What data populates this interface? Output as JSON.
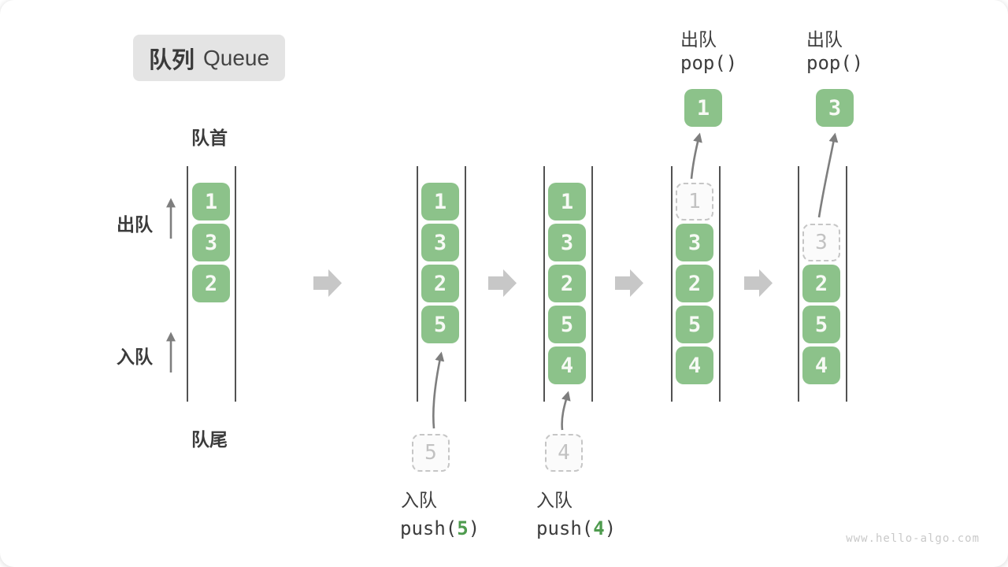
{
  "title": {
    "zh": "队列",
    "en": "Queue"
  },
  "labels": {
    "front": "队首",
    "rear": "队尾",
    "dequeue_side": "出队",
    "enqueue_side": "入队"
  },
  "stages": [
    {
      "items": [
        "1",
        "3",
        "2"
      ]
    },
    {
      "items": [
        "1",
        "3",
        "2",
        "5"
      ],
      "pending": "5",
      "op": {
        "zh": "入队",
        "pre": "push(",
        "arg": "5",
        "post": ")"
      }
    },
    {
      "items": [
        "1",
        "3",
        "2",
        "5",
        "4"
      ],
      "pending": "4",
      "op": {
        "zh": "入队",
        "pre": "push(",
        "arg": "4",
        "post": ")"
      }
    },
    {
      "ghost": "1",
      "items": [
        "3",
        "2",
        "5",
        "4"
      ],
      "popped": "1",
      "op": {
        "zh": "出队",
        "code": "pop()"
      }
    },
    {
      "ghost": "3",
      "items": [
        "2",
        "5",
        "4"
      ],
      "popped": "3",
      "op": {
        "zh": "出队",
        "code": "pop()"
      }
    }
  ],
  "watermark": "www.hello-algo.com",
  "colors": {
    "item_green": "#8CC28A",
    "code_arg_green": "#4E9B4E",
    "ink": "#3B3B3B",
    "channel_line": "#525252",
    "flow_arrow_gray": "#C7C7C7",
    "thin_arrow_gray": "#7E7E7E",
    "ghost_gray": "#C6C6C6",
    "title_bg": "#E4E4E4",
    "watermark_gray": "#C9C9C9"
  }
}
